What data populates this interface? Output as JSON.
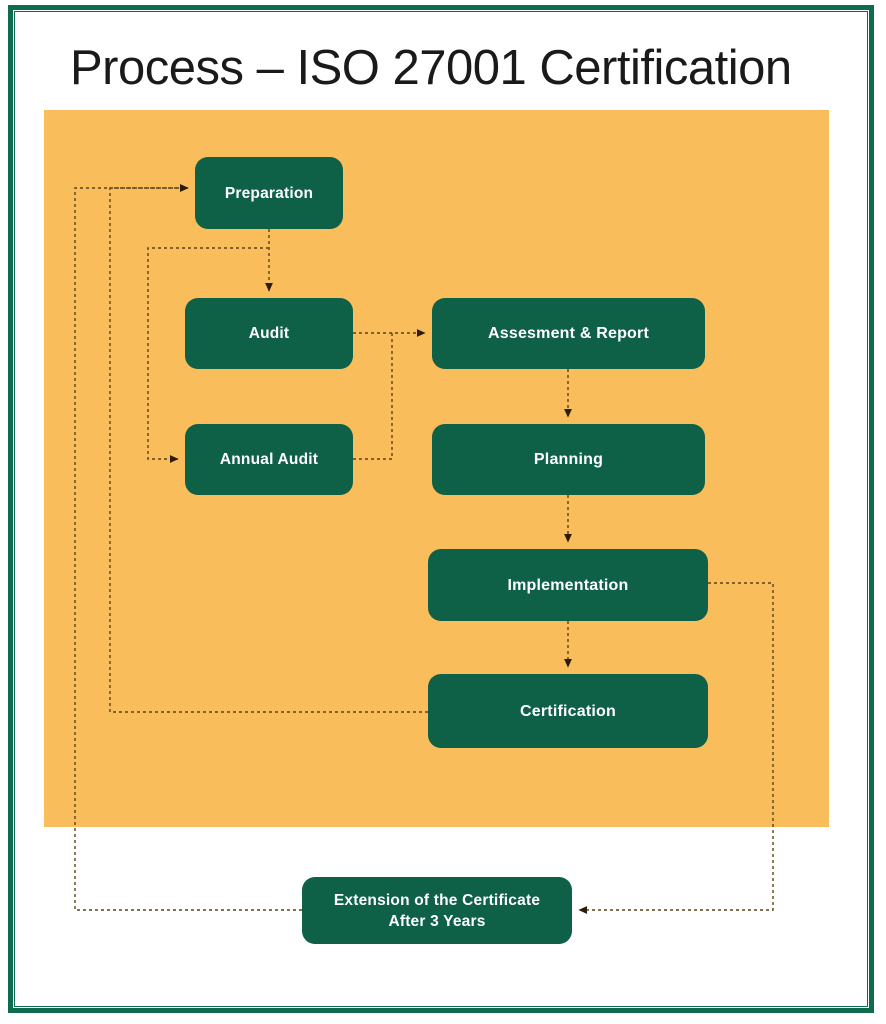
{
  "slide": {
    "title": "Process – ISO 27001 Certification",
    "frame_color": "#0e6b50",
    "panel_color": "#fabd5c",
    "node_color": "#0e6146",
    "node_text_color": "#ffffff",
    "connector_color": "#5a4418",
    "background_color": "#ffffff"
  },
  "diagram": {
    "type": "flowchart",
    "nodes": [
      {
        "id": "preparation",
        "label": "Preparation"
      },
      {
        "id": "audit",
        "label": "Audit"
      },
      {
        "id": "annual_audit",
        "label": "Annual Audit"
      },
      {
        "id": "assessment",
        "label": "Assesment & Report"
      },
      {
        "id": "planning",
        "label": "Planning"
      },
      {
        "id": "implementation",
        "label": "Implementation"
      },
      {
        "id": "certification",
        "label": "Certification"
      },
      {
        "id": "extension",
        "label_line1": "Extension of the Certificate",
        "label_line2": "After 3 Years"
      }
    ],
    "edges": [
      {
        "from": "preparation",
        "to": "audit",
        "style": "dashed",
        "arrow": true
      },
      {
        "from": "preparation",
        "to": "annual_audit",
        "style": "dashed",
        "arrow": true
      },
      {
        "from": "audit",
        "to": "assessment",
        "style": "dashed",
        "arrow": true
      },
      {
        "from": "annual_audit",
        "to": "assessment",
        "style": "dashed",
        "arrow": true
      },
      {
        "from": "assessment",
        "to": "planning",
        "style": "dashed",
        "arrow": true
      },
      {
        "from": "planning",
        "to": "implementation",
        "style": "dashed",
        "arrow": true
      },
      {
        "from": "implementation",
        "to": "certification",
        "style": "dashed",
        "arrow": true
      },
      {
        "from": "certification",
        "to": "preparation",
        "style": "dashed",
        "arrow": true
      },
      {
        "from": "implementation",
        "to": "extension",
        "style": "dashed",
        "arrow": true
      },
      {
        "from": "extension",
        "to": "preparation",
        "style": "dashed",
        "arrow": true
      }
    ]
  }
}
